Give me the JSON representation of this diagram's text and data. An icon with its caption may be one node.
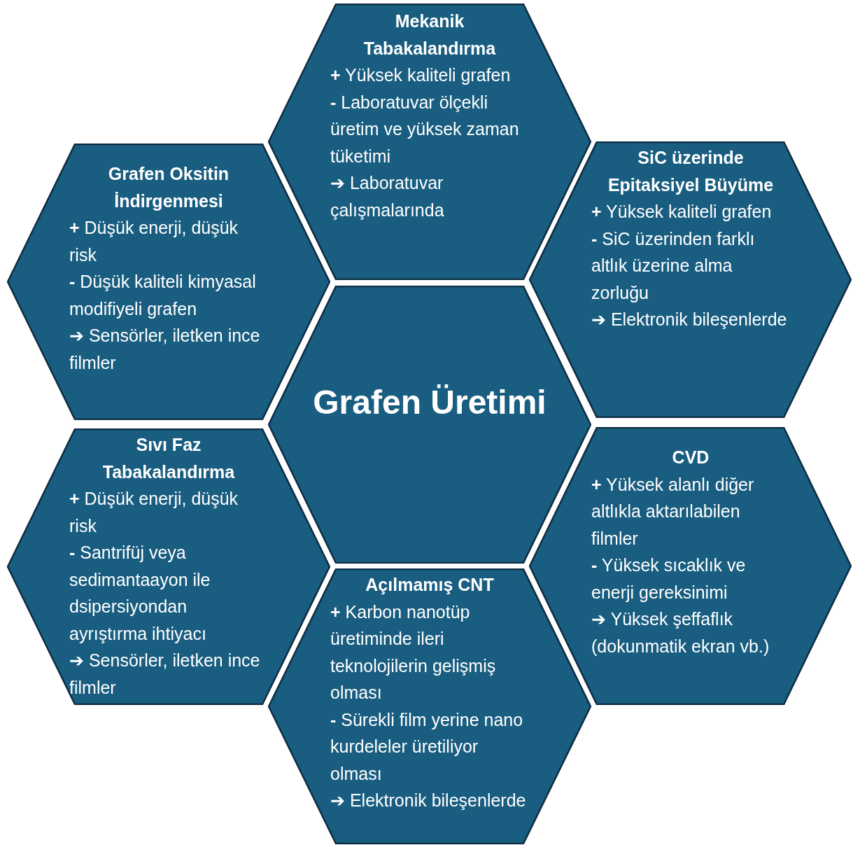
{
  "diagram": {
    "nodes": [
      {
        "text": [
          "Mekanik Tabakalandırma",
          "**+** Yüksek kaliteli grafen",
          "**-** Laboratuvar ölçekli üretim ve yüksek zaman tüketimi",
          "➔ Laboratuvar çalışmalarında"
        ]
      },
      {
        "text": [
          "SiC üzerinde Epitaksiyel Büyüme",
          "**+** Yüksek kaliteli grafen",
          "**-** SiC üzerinden farklı altlık üzerine alma zorluğu",
          "➔ Elektronik bileşenlerde"
        ]
      },
      {
        "text": [
          "Grafen Oksitin İndirgenmesi",
          "**+** Düşük enerji, düşük risk",
          "**-** Düşük kaliteli kimyasal modifiyeli grafen",
          "➔ Sensörler, iletken ince filmler"
        ]
      },
      {
        "text": [
          "Grafen Üretimi"
        ]
      },
      {
        "text": [
          "CVD",
          "**+** Yüksek alanlı diğer altlıkla aktarılabilen filmler",
          "**-** Yüksek sıcaklık ve enerji gereksinimi",
          "➔ Yüksek şeffaflık (dokunmatik ekran vb.)"
        ]
      },
      {
        "text": [
          "Sıvı Faz Tabakalandırma",
          "**+** Düşük enerji, düşük risk",
          "**-** Santrifüj veya sedimantaayon ile dsipersiyondan ayrıştırma ihtiyacı",
          "➔ Sensörler, iletken ince filmler"
        ]
      },
      {
        "text": [
          "Açılmamış CNT",
          "**+** Karbon nanotüp üretiminde ileri teknolojilerin gelişmiş olması",
          "**-** Sürekli film yerine nano kurdeleler üretiliyor olması",
          "➔ Elektronik bileşenlerde"
        ]
      }
    ],
    "edges": []
  }
}
